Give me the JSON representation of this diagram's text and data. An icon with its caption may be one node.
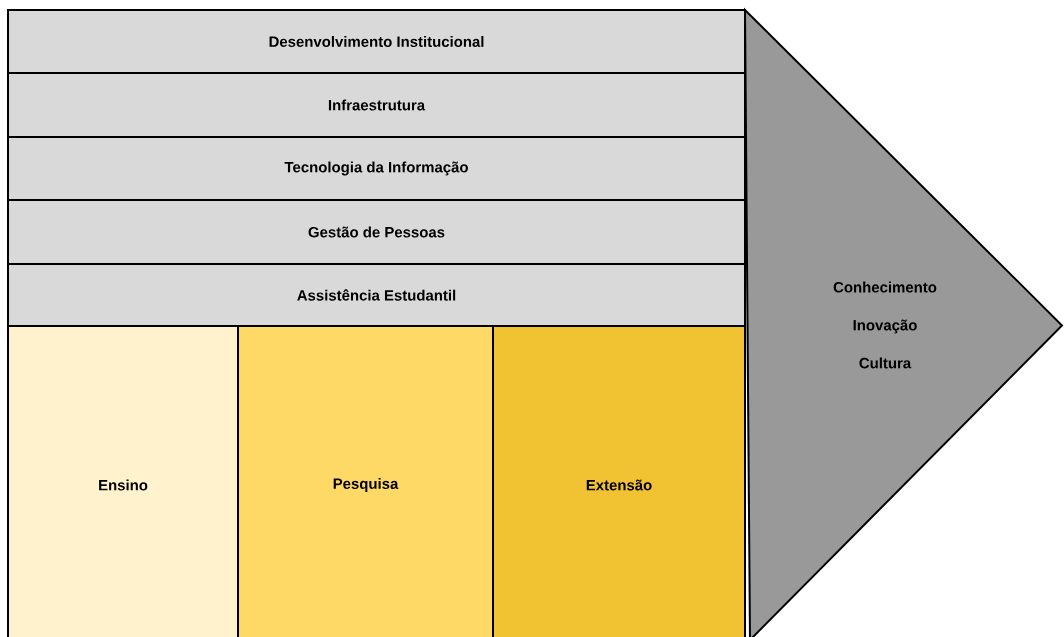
{
  "diagram": {
    "nodes": [
      {
        "text": [
          "Desenvolvimento Institucional"
        ]
      },
      {
        "text": [
          "Infraestrutura"
        ]
      },
      {
        "text": [
          "Tecnologia da Informação"
        ]
      },
      {
        "text": [
          "Gestão de Pessoas"
        ]
      },
      {
        "text": [
          "Assistência Estudantil"
        ]
      },
      {
        "text": [
          "Ensino"
        ]
      },
      {
        "text": [
          "Pesquisa"
        ]
      },
      {
        "text": [
          "Extensão"
        ]
      },
      {
        "text": [
          "Conhecimento",
          "Inovação",
          "Cultura"
        ]
      }
    ]
  }
}
